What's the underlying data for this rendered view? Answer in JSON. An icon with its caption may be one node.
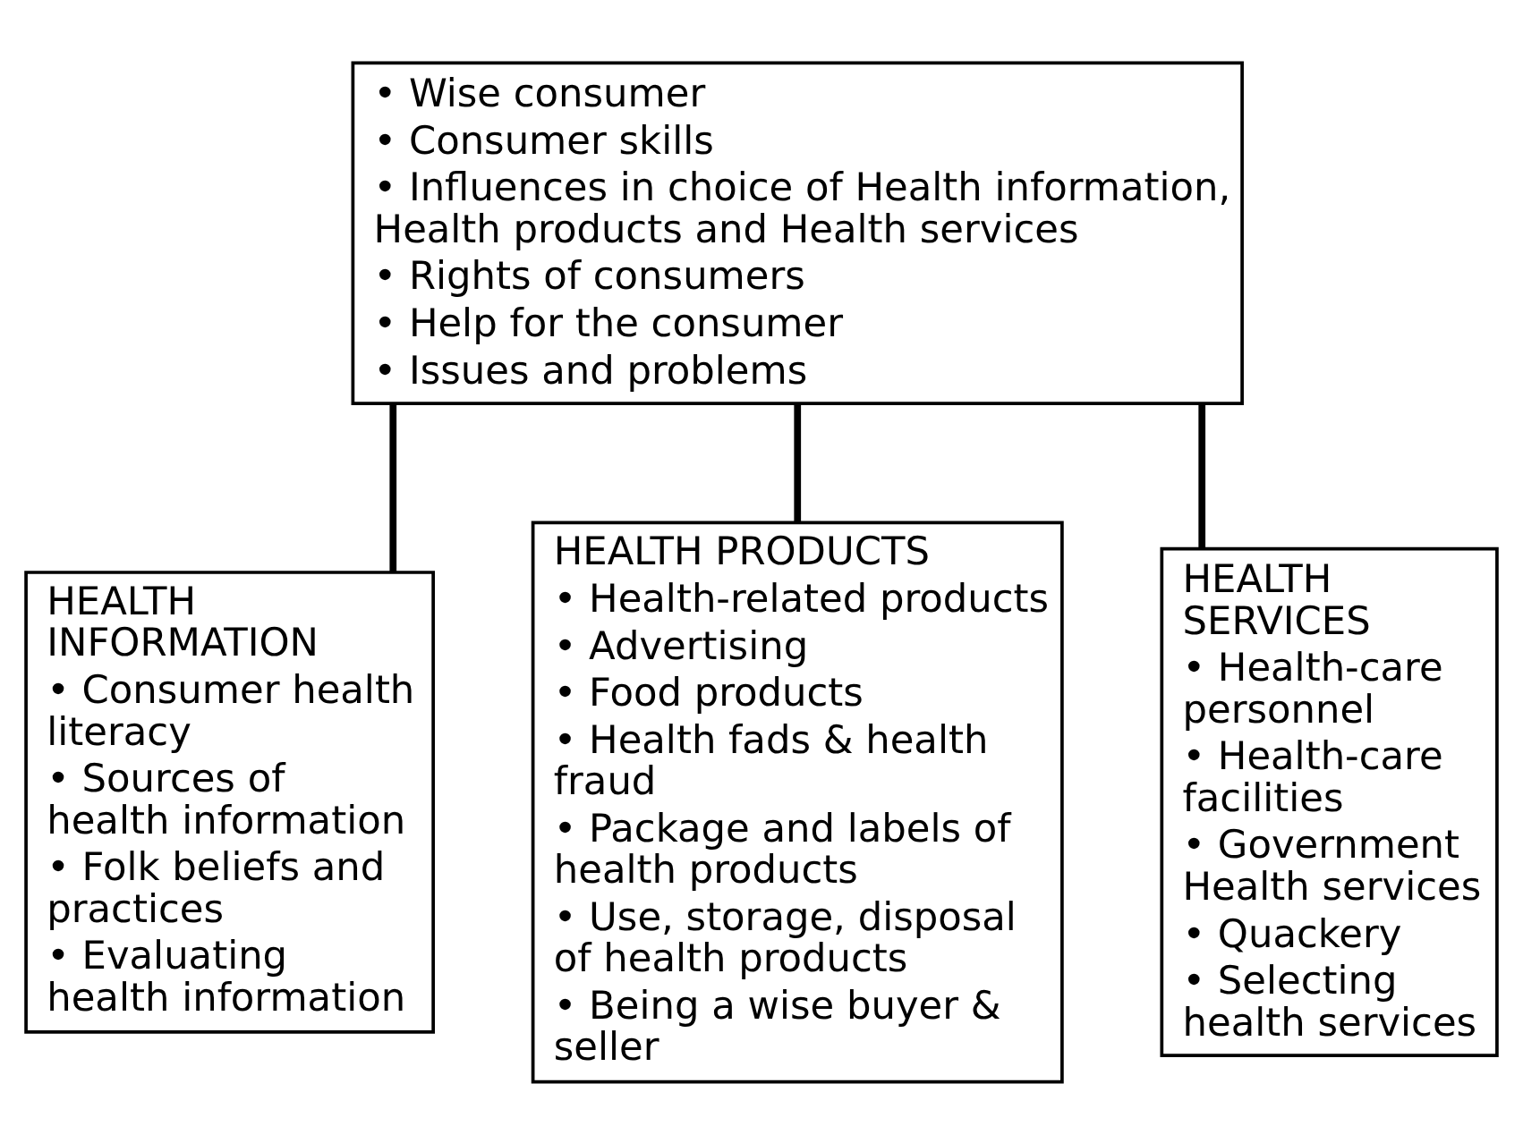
{
  "diagram": {
    "nodes": [
      {
        "text": [
          "• Wise consumer",
          "• Consumer skills",
          "• Influences in choice of Health information, Health products and Health services",
          "• Rights of consumers",
          "• Help for the consumer",
          "• Issues and problems"
        ]
      },
      {
        "text": [
          "HEALTH INFORMATION",
          "• Consumer health literacy",
          "• Sources of health information",
          "• Folk beliefs and practices",
          "• Evaluating health information"
        ]
      },
      {
        "text": [
          "HEALTH PRODUCTS",
          "• Health-related products",
          "• Advertising",
          "• Food products",
          "• Health fads & health fraud",
          "• Package and labels of health products",
          "• Use, storage, disposal of health products",
          "• Being a wise buyer & seller"
        ]
      },
      {
        "text": [
          "HEALTH SERVICES",
          "• Health-care personnel",
          "• Health-care facilities",
          "• Government Health services",
          "• Quackery",
          "• Selecting health services"
        ]
      }
    ],
    "edges": [
      {
        "from": 0,
        "to": 1,
        "arrow": "none"
      },
      {
        "from": 0,
        "to": 2,
        "arrow": "none"
      },
      {
        "from": 0,
        "to": 3,
        "arrow": "none"
      }
    ]
  }
}
